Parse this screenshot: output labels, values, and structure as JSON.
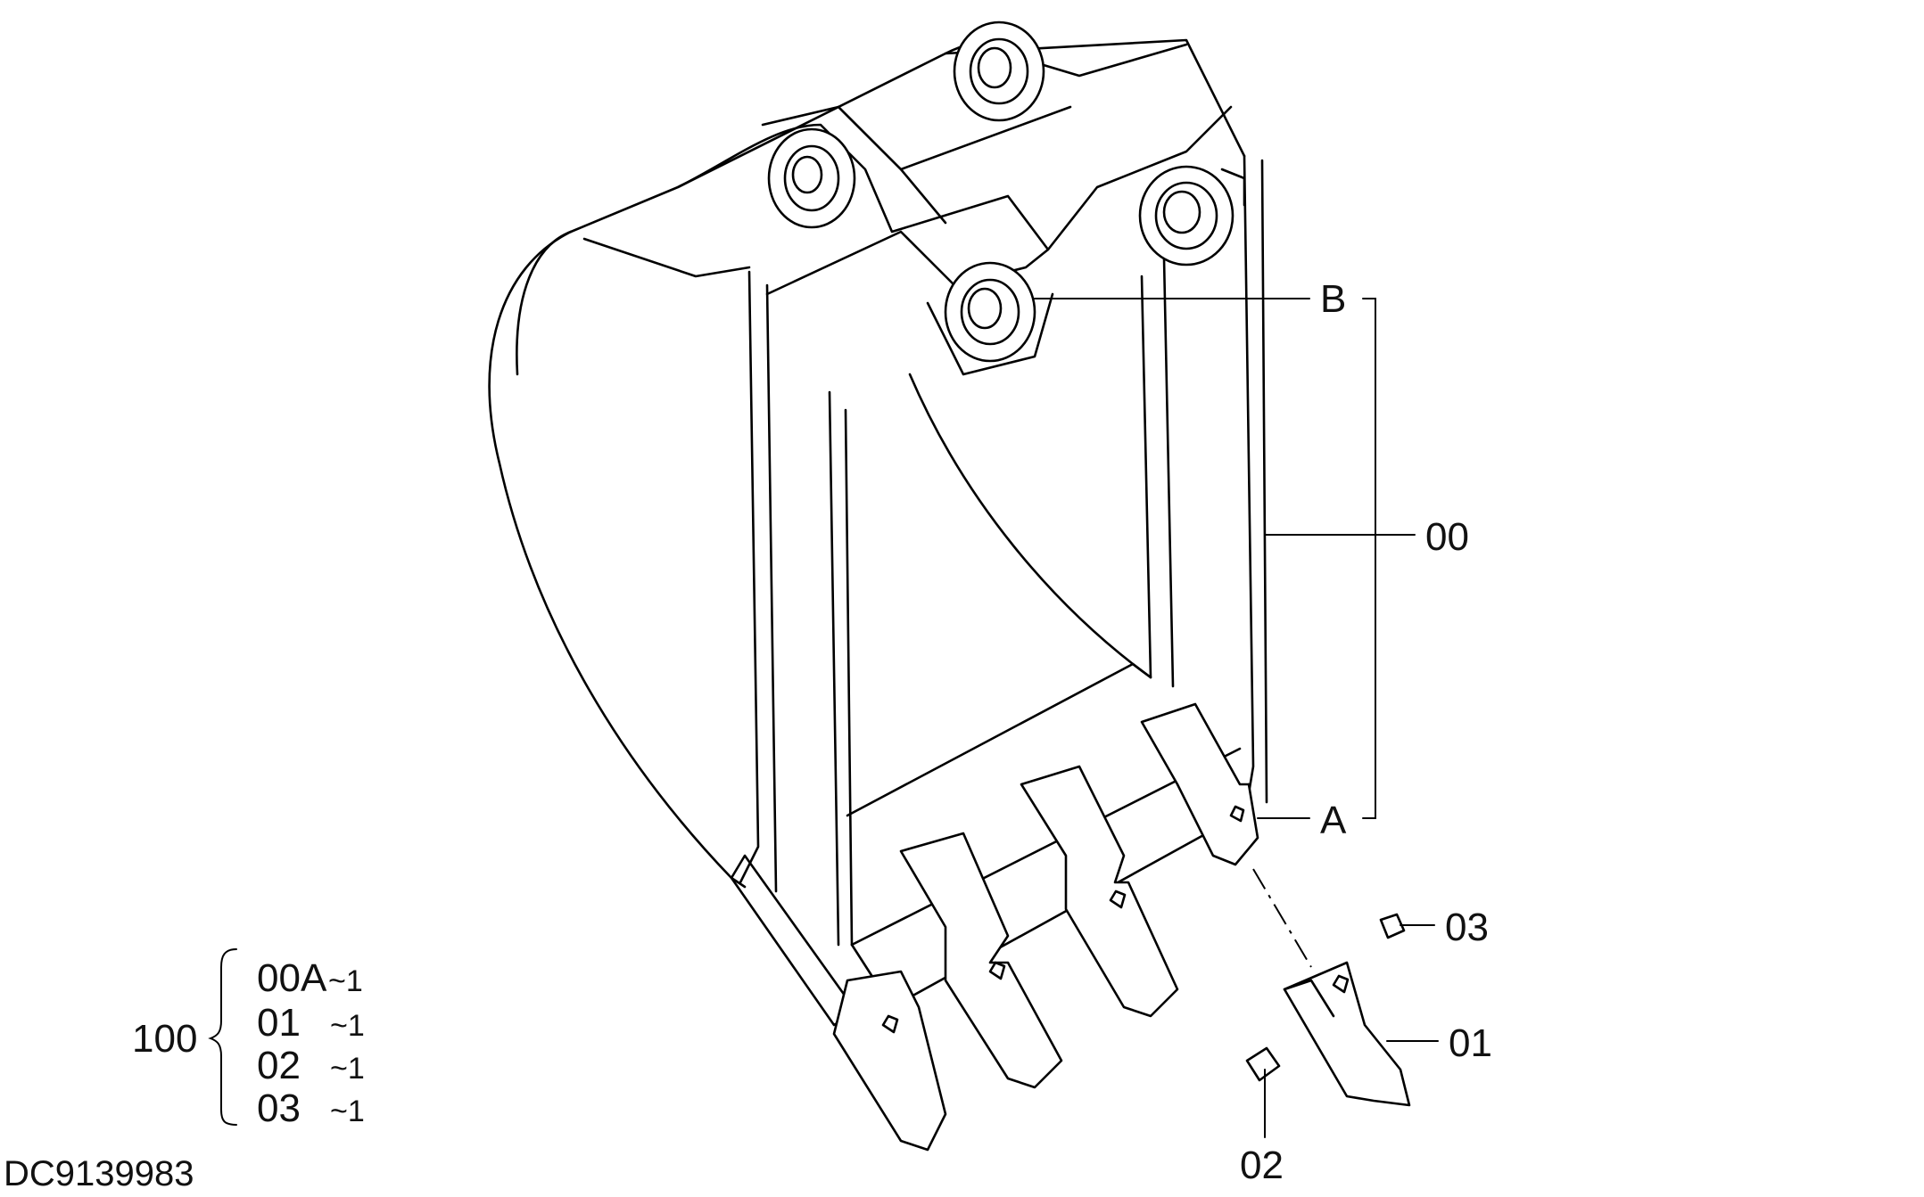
{
  "labels": {
    "b": "B",
    "a": "A",
    "part_00": "00",
    "part_01": "01",
    "part_02": "02",
    "part_03": "03",
    "kit": "100"
  },
  "kit_list": [
    {
      "part": "00A",
      "qty": "~1"
    },
    {
      "part": "01",
      "qty": "~1"
    },
    {
      "part": "02",
      "qty": "~1"
    },
    {
      "part": "03",
      "qty": "~1"
    }
  ],
  "drawing_code": "DC9139983"
}
